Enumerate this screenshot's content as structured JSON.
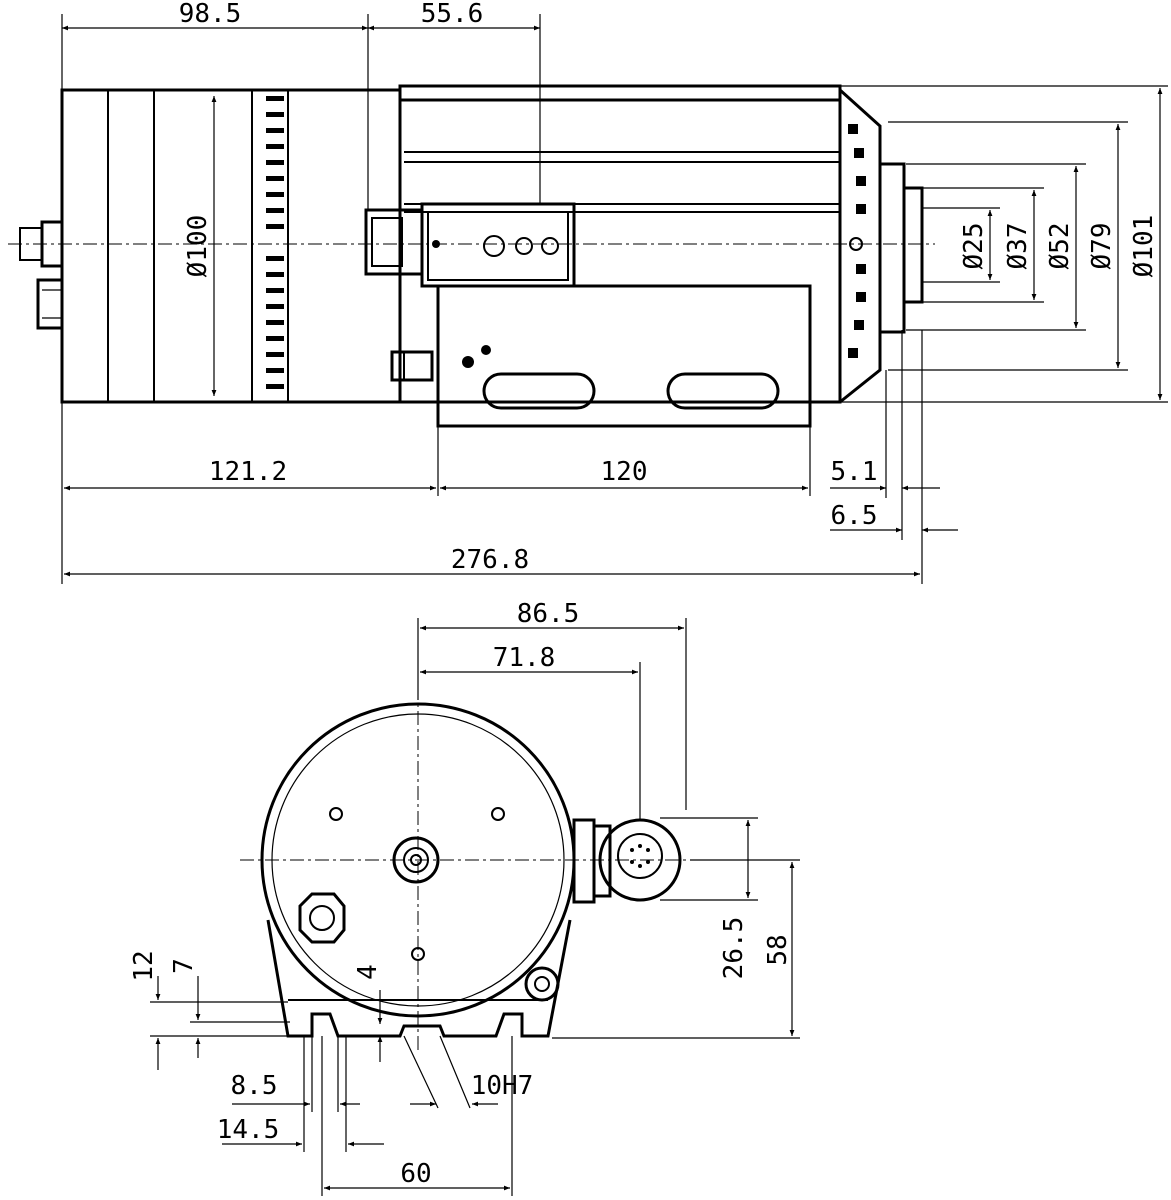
{
  "side_view": {
    "dims": {
      "top_left": "98.5",
      "top_mid": "55.6",
      "body_diameter": "Ø100",
      "shaft_d1": "Ø25",
      "shaft_d2": "Ø37",
      "shaft_d3": "Ø52",
      "shaft_d4": "Ø79",
      "shaft_d5": "Ø101",
      "bottom_left": "121.2",
      "bottom_mid": "120",
      "right_small_1": "5.1",
      "right_small_2": "6.5",
      "overall": "276.8"
    }
  },
  "end_view": {
    "dims": {
      "top_outer": "86.5",
      "top_inner": "71.8",
      "right_inner": "26.5",
      "right_outer": "58",
      "left_outer": "12",
      "left_inner": "7",
      "small": "4",
      "bottom_1": "8.5",
      "bottom_2": "14.5",
      "bottom_3": "60",
      "fit": "10H7"
    }
  }
}
